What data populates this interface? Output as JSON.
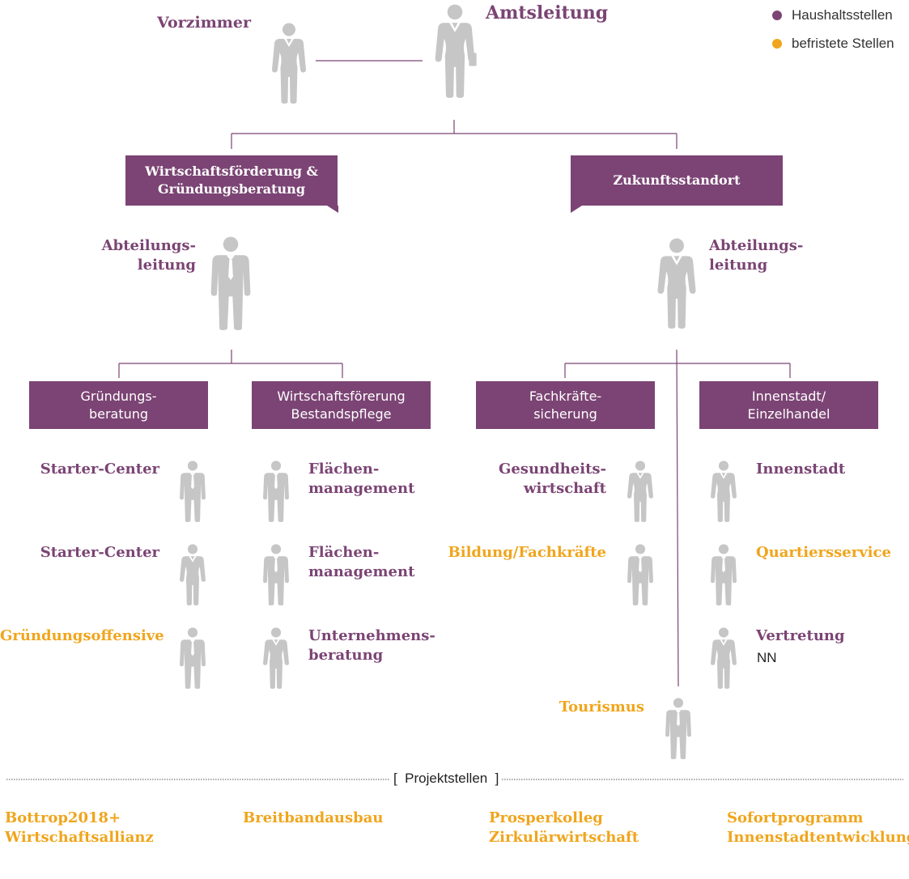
{
  "legend": {
    "budget": {
      "label": "Haushaltsstellen",
      "color": "#7b4474"
    },
    "temporary": {
      "label": "befristete Stellen",
      "color": "#f0a51c"
    }
  },
  "top": {
    "vorzimmer": "Vorzimmer",
    "amtsleitung": "Amtsleitung"
  },
  "departments": {
    "left": "Wirtschaftsförderung &\nGründungsberatung",
    "right": "Zukunftsstandort"
  },
  "department_heads": {
    "left": "Abteilungs-\nleitung",
    "right": "Abteilungs-\nleitung"
  },
  "units": {
    "gruendung": "Gründungs-\nberatung",
    "bestand": "Wirtschaftsförerung\nBestandspflege",
    "fachkraefte": "Fachkräfte-\nsicherung",
    "innenstadt": "Innenstadt/\nEinzelhandel"
  },
  "staff": {
    "starter1": "Starter-Center",
    "starter2": "Starter-Center",
    "gruendungsoffensive": "Gründungsoffensive",
    "flaechen1": "Flächen-\nmanagement",
    "flaechen2": "Flächen-\nmanagement",
    "unternehmens": "Unternehmens-\nberatung",
    "gesundheit": "Gesundheits-\nwirtschaft",
    "bildung": "Bildung/Fachkräfte",
    "innenstadt": "Innenstadt",
    "quartier": "Quartiersservice",
    "vertretung": "Vertretung",
    "vertretung_sub": "NN",
    "tourismus": "Tourismus"
  },
  "projects": {
    "title": "Projektstellen",
    "items": [
      "Bottrop2018+\nWirtschaftsallianz",
      "Breitbandausbau",
      "Prosperkolleg\nZirkulärwirtschaft",
      "Sofortprogramm\nInnenstadtentwicklung"
    ]
  },
  "colors": {
    "purple": "#7b4474",
    "orange": "#f0a51c",
    "figure": "#c6c6c6",
    "line": "#7b4474"
  }
}
